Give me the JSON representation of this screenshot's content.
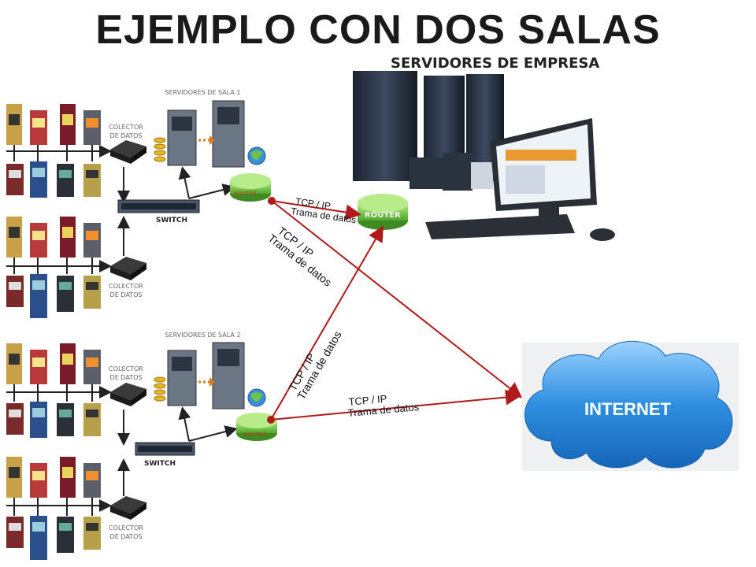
{
  "title": "EJEMPLO CON DOS SALAS",
  "subtitle": "SERVIDORES DE EMPRESA",
  "labels": {
    "servers_room1": "SERVIDORES DE SALA 1",
    "servers_room2": "SERVIDORES DE SALA 2",
    "collector_line1": "COLECTOR",
    "collector_line2": "DE DATOS",
    "switch": "SWITCH",
    "router": "ROUTER",
    "internet": "INTERNET"
  },
  "links": {
    "line1": "TCP / IP",
    "line2": "Trama de datos"
  },
  "colors": {
    "link_line": "#b01a1a",
    "router_green": "#6cc24a",
    "cloud_blue": "#2f8fe0",
    "arrow_orange": "#e07a1a"
  }
}
